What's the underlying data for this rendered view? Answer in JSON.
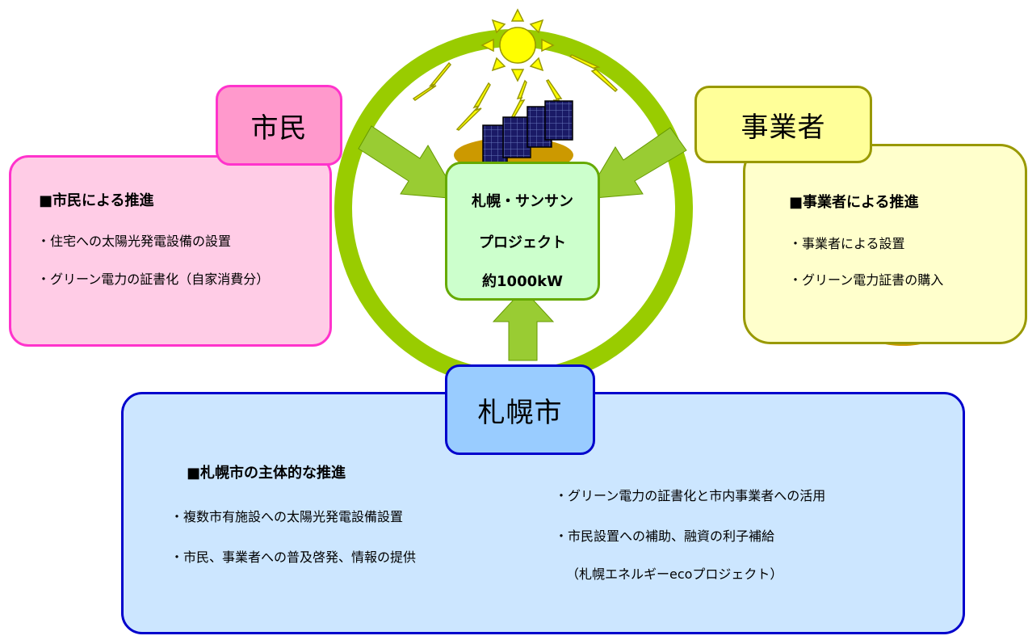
{
  "center": {
    "line1": "札幌・サンサン",
    "line2": "プロジェクト",
    "line3": "約1000kW"
  },
  "citizens": {
    "title": "市民",
    "heading": "■市民による推進",
    "items": [
      "・住宅への太陽光発電設備の設置",
      "・グリーン電力の証書化（自家消費分）"
    ]
  },
  "business": {
    "title": "事業者",
    "heading": "■事業者による推進",
    "items": [
      "・事業者による設置",
      "・グリーン電力証書の購入"
    ]
  },
  "city": {
    "title": "札幌市",
    "heading": "■札幌市の主体的な推進",
    "left_items": [
      "・複数市有施設への太陽光発電設備設置",
      "・市民、事業者への普及啓発、情報の提供"
    ],
    "right_items": [
      "・グリーン電力の証書化と市内事業者への活用",
      "・市民設置への補助、融資の利子補給"
    ],
    "right_note": "（札幌エネルギーecoプロジェクト）"
  },
  "colors": {
    "ring": "#99cc00",
    "arrow": "#99cc33",
    "sun": "#ffff00",
    "panel": "#1a1a66",
    "panel_base": "#cc9900"
  },
  "icons": [
    "sun-icon",
    "sunbeam-icon",
    "solar-panel-icon"
  ]
}
